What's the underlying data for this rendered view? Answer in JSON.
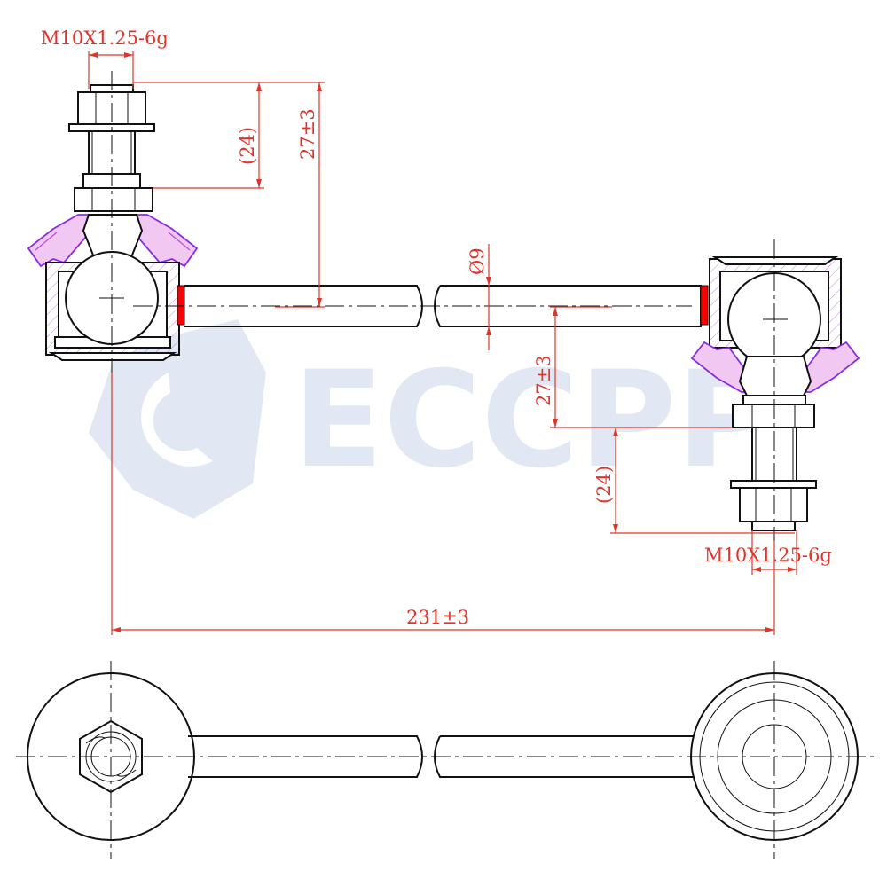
{
  "watermark": {
    "text": "ECCPP"
  },
  "dimensions": {
    "thread_top": "M10X1.25-6g",
    "thread_bottom": "M10X1.25-6g",
    "stud_length_top": "(24)",
    "height_top": "27±3",
    "rod_diameter": "Ø9",
    "height_bottom": "27±3",
    "stud_length_bottom": "(24)",
    "overall_length": "231±3"
  },
  "colors": {
    "dimension": "#e0352b",
    "boot": "#f1c8f1",
    "boot_outline": "#8a2be2",
    "seal_band": "#ff0000",
    "watermark": "#e2e8f3"
  }
}
